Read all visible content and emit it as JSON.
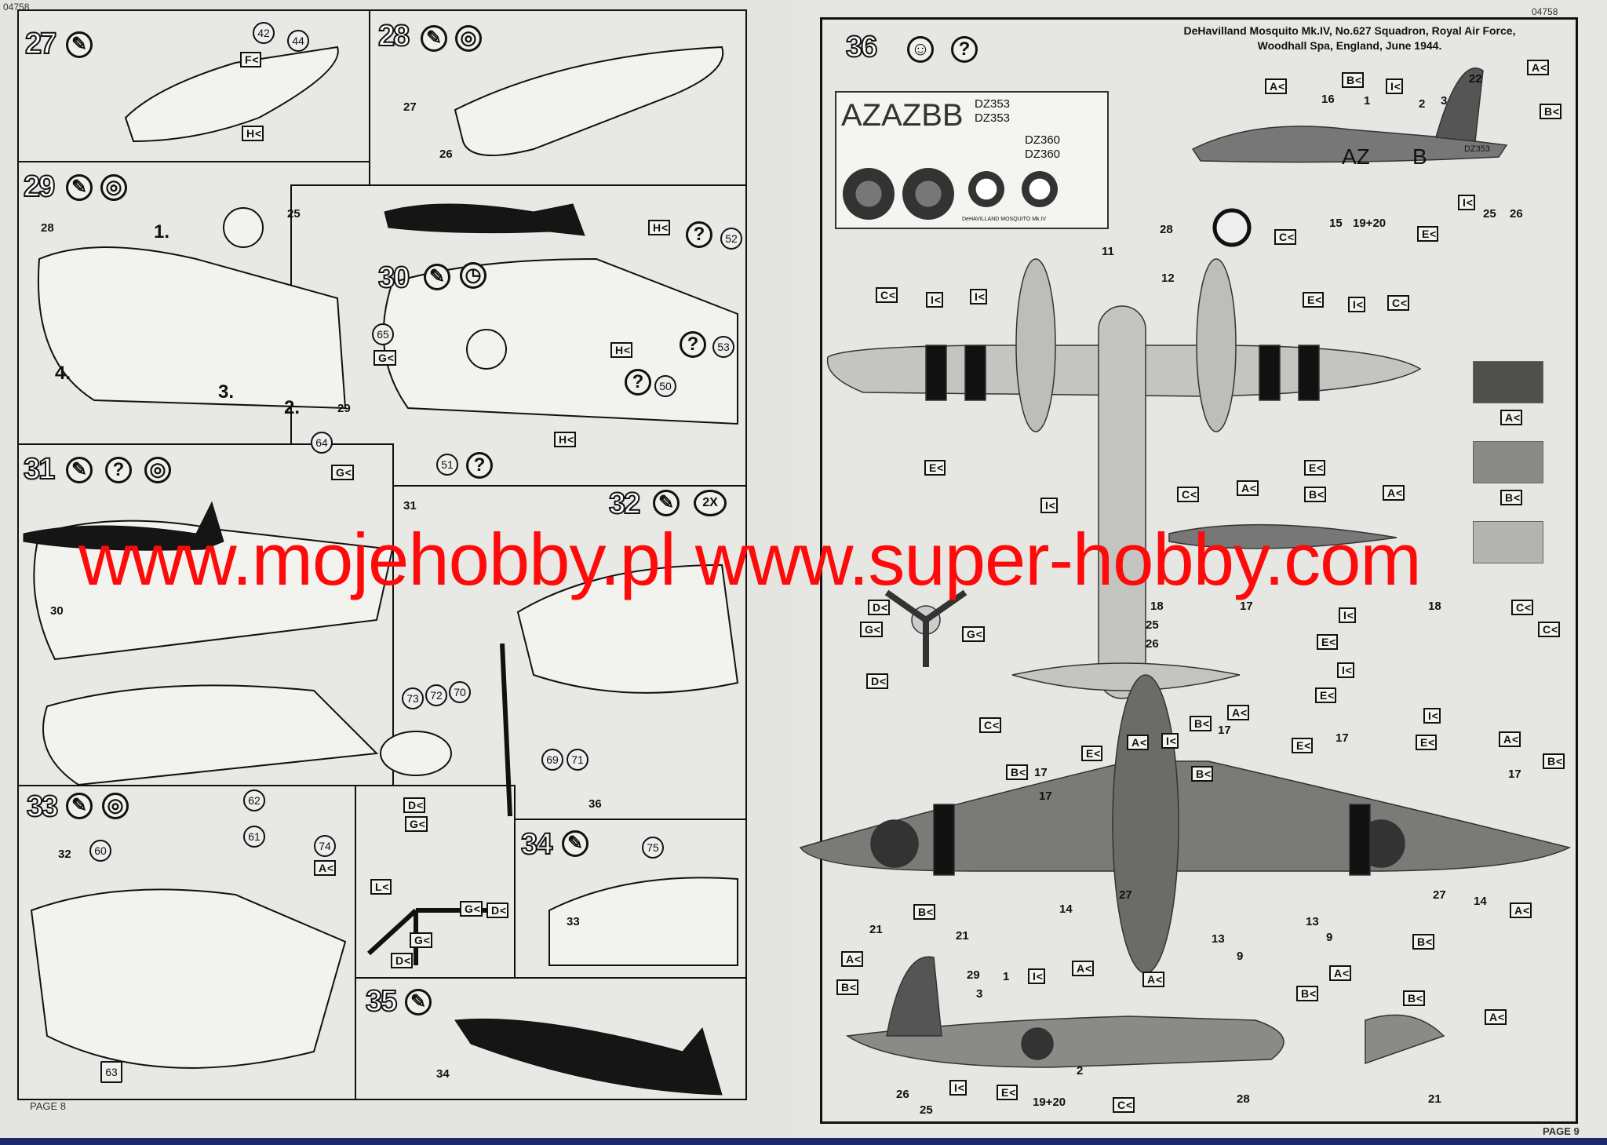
{
  "header": {
    "code_left": "04758",
    "code_right": "04758"
  },
  "left_page": {
    "footer": "PAGE 8",
    "steps": [
      "27",
      "28",
      "29",
      "30",
      "31",
      "32",
      "33",
      "34",
      "35"
    ],
    "parts": [
      "42",
      "44",
      "27",
      "26",
      "28",
      "25",
      "52",
      "53",
      "65",
      "50",
      "64",
      "29",
      "51",
      "31",
      "30",
      "73",
      "72",
      "70",
      "69",
      "71",
      "62",
      "61",
      "60",
      "74",
      "75",
      "32",
      "33",
      "63",
      "34",
      "36"
    ],
    "arrows": [
      "1.",
      "2.",
      "3.",
      "4."
    ],
    "decal_tags": [
      "F",
      "H",
      "H",
      "H",
      "H",
      "G",
      "G",
      "A",
      "D",
      "G",
      "L",
      "G",
      "D",
      "G",
      "D"
    ],
    "repeat_badge": "2X"
  },
  "right_page": {
    "footer": "PAGE 9",
    "step": "36",
    "title_line1": "DeHavilland Mosquito Mk.IV, No.627 Squadron, Royal Air Force,",
    "title_line2": "Woodhall Spa, England, June 1944.",
    "decal_sheet": {
      "letters": "AZAZBB",
      "serial1": "DZ353",
      "serial2": "DZ353",
      "serial3": "DZ360",
      "serial4": "DZ360",
      "caption": "DeHAVILLAND MOSQUITO Mk.IV"
    },
    "fuselage_code": "AZ",
    "fuselage_code2": "B",
    "fuselage_serial": "DZ353",
    "callouts": [
      "A",
      "B",
      "I",
      "A",
      "B",
      "C",
      "E",
      "I",
      "C",
      "I",
      "I",
      "E",
      "I",
      "C",
      "E",
      "E",
      "C",
      "I",
      "A",
      "B",
      "A",
      "C",
      "D",
      "G",
      "G",
      "D",
      "C",
      "I",
      "E",
      "E",
      "I",
      "E",
      "B",
      "A",
      "I",
      "I",
      "E",
      "A",
      "B",
      "B",
      "E",
      "A",
      "B",
      "A",
      "B",
      "A",
      "B",
      "C",
      "E",
      "A",
      "I",
      "I",
      "A",
      "B",
      "B",
      "A",
      "B",
      "A"
    ],
    "numbers": [
      "16",
      "1",
      "2",
      "3",
      "22",
      "28",
      "15",
      "19+20",
      "25",
      "26",
      "11",
      "12",
      "18",
      "17",
      "25",
      "26",
      "17",
      "18",
      "17",
      "17",
      "17",
      "17",
      "14",
      "27",
      "13",
      "9",
      "13",
      "9",
      "27",
      "14",
      "21",
      "21",
      "29",
      "3",
      "1",
      "26",
      "25",
      "2",
      "19+20",
      "28",
      "21"
    ],
    "swatches": [
      {
        "label": "A",
        "color": "#4f4f4d"
      },
      {
        "label": "B",
        "color": "#8a8a86"
      },
      {
        "label": "C",
        "color": "#b3b3af"
      }
    ]
  },
  "watermark": "www.mojehobby.pl www.super-hobby.com"
}
